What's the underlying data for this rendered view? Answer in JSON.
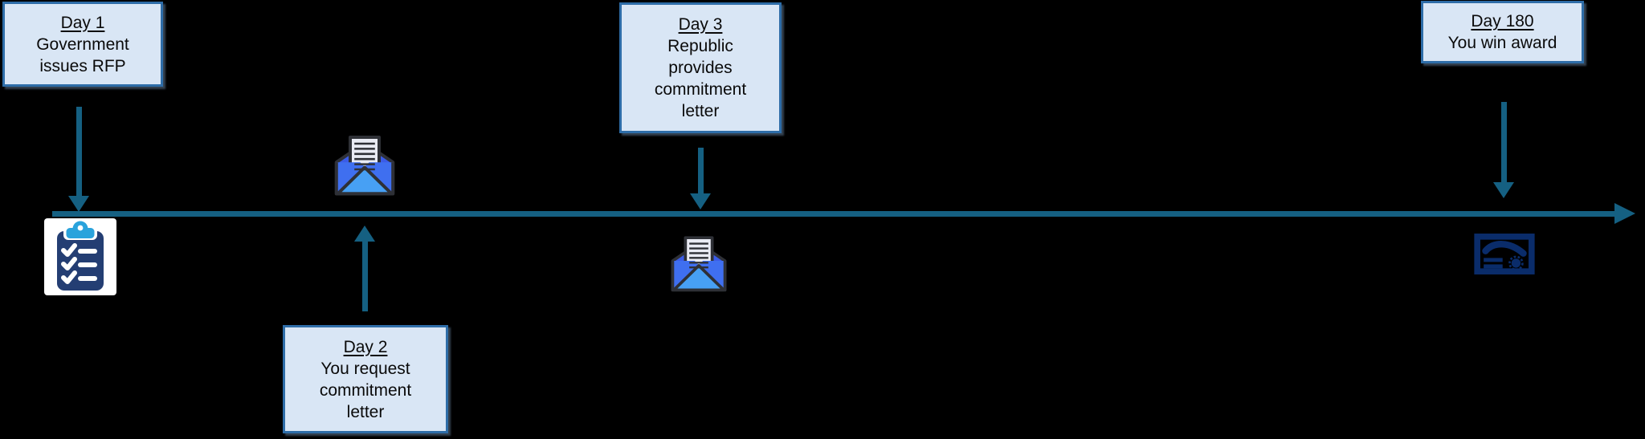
{
  "colors": {
    "background": "#000000",
    "timeline_accent": "#156082",
    "box_fill": "#d9e6f5",
    "box_border": "#2e6da8",
    "clipboard_navy": "#243e73",
    "clipboard_clip_blue": "#2aa3dc",
    "envelope_blue": "#3b5ce8",
    "envelope_fold_light_blue": "#47a0f4",
    "letter_paper": "#e9ebf4",
    "certificate_navy": "#0a2c6a"
  },
  "timeline": {
    "direction": "left-to-right",
    "events": [
      {
        "day": "Day 1",
        "description": "Government issues RFP",
        "icon": "clipboard-checklist-icon",
        "label_position": "above",
        "icon_position": "below-line"
      },
      {
        "day": "Day 2",
        "description": "You request commitment letter",
        "icon": "open-envelope-letter-icon",
        "label_position": "below",
        "icon_position": "above-line"
      },
      {
        "day": "Day 3",
        "description": "Republic provides commitment letter",
        "icon": "open-envelope-letter-icon",
        "label_position": "above",
        "icon_position": "below-line"
      },
      {
        "day": "Day 180",
        "description": "You win award",
        "icon": "certificate-award-icon",
        "label_position": "above",
        "icon_position": "below-line"
      }
    ]
  }
}
